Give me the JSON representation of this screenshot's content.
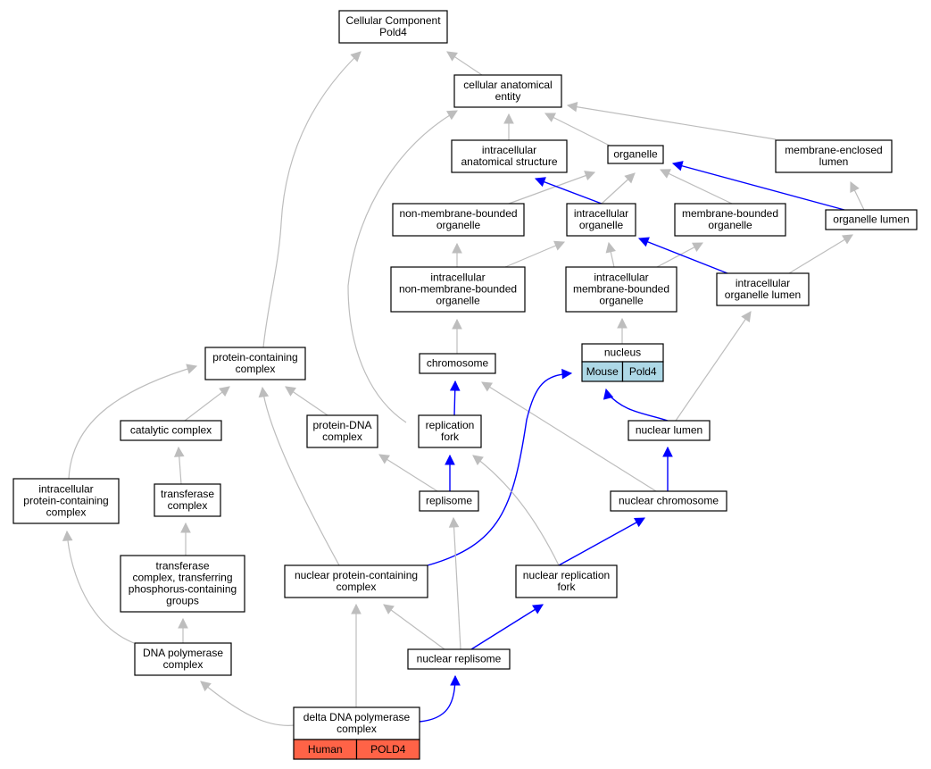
{
  "nodes": {
    "cellular_component": [
      "Cellular Component",
      "Pold4"
    ],
    "cellular_anatomical_entity": [
      "cellular anatomical",
      "entity"
    ],
    "intracellular_anatomical_structure": [
      "intracellular",
      "anatomical structure"
    ],
    "organelle": [
      "organelle"
    ],
    "membrane_enclosed_lumen": [
      "membrane-enclosed",
      "lumen"
    ],
    "non_membrane_bounded_organelle": [
      "non-membrane-bounded",
      "organelle"
    ],
    "intracellular_organelle": [
      "intracellular",
      "organelle"
    ],
    "membrane_bounded_organelle": [
      "membrane-bounded",
      "organelle"
    ],
    "organelle_lumen": [
      "organelle lumen"
    ],
    "intracellular_non_membrane_bounded_organelle": [
      "intracellular",
      "non-membrane-bounded",
      "organelle"
    ],
    "intracellular_membrane_bounded_organelle": [
      "intracellular",
      "membrane-bounded",
      "organelle"
    ],
    "intracellular_organelle_lumen": [
      "intracellular",
      "organelle lumen"
    ],
    "nucleus": [
      "nucleus"
    ],
    "chromosome": [
      "chromosome"
    ],
    "protein_containing_complex": [
      "protein-containing",
      "complex"
    ],
    "catalytic_complex": [
      "catalytic complex"
    ],
    "protein_dna_complex": [
      "protein-DNA",
      "complex"
    ],
    "replication_fork": [
      "replication",
      "fork"
    ],
    "nuclear_lumen": [
      "nuclear lumen"
    ],
    "intracellular_protein_containing_complex": [
      "intracellular",
      "protein-containing",
      "complex"
    ],
    "transferase_complex": [
      "transferase",
      "complex"
    ],
    "replisome": [
      "replisome"
    ],
    "nuclear_chromosome": [
      "nuclear chromosome"
    ],
    "transferase_complex_phosphorus": [
      "transferase",
      "complex, transferring",
      "phosphorus-containing",
      "groups"
    ],
    "nuclear_protein_containing_complex": [
      "nuclear protein-containing",
      "complex"
    ],
    "nuclear_replication_fork": [
      "nuclear replication",
      "fork"
    ],
    "dna_polymerase_complex": [
      "DNA polymerase",
      "complex"
    ],
    "nuclear_replisome": [
      "nuclear replisome"
    ],
    "delta_dna_polymerase_complex": [
      "delta DNA polymerase",
      "complex"
    ]
  },
  "annotations": {
    "nucleus": [
      "Mouse",
      "Pold4"
    ],
    "delta_dna_polymerase_complex": [
      "Human",
      "POLD4"
    ]
  },
  "colors": {
    "edge_default": "#bdbdbd",
    "edge_highlight": "#0000ff",
    "mouse_cell": "#add8e6",
    "human_cell": "#ff6347"
  }
}
